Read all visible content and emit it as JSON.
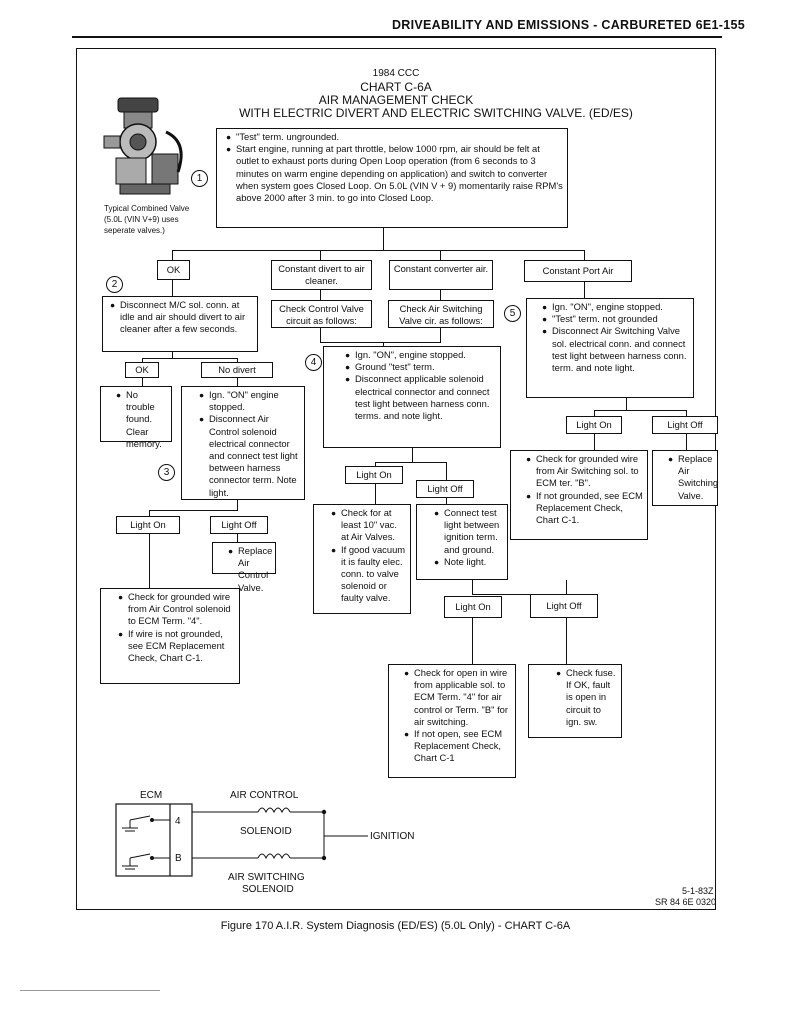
{
  "header": {
    "text": "DRIVEABILITY AND EMISSIONS - CARBURETED 6E1-155"
  },
  "title": {
    "line1": "1984 CCC",
    "line2": "CHART C-6A",
    "line3": "AIR MANAGEMENT CHECK",
    "line4": "WITH ELECTRIC DIVERT AND ELECTRIC SWITCHING VALVE. (ED/ES)"
  },
  "valve_caption": {
    "line1": "Typical Combined Valve",
    "line2": "(5.0L (VIN V+9) uses",
    "line3": "seperate valves.)"
  },
  "circles": {
    "c1": "1",
    "c2": "2",
    "c3": "3",
    "c4": "4",
    "c5": "5"
  },
  "top_box": [
    "\"Test\" term. ungrounded.",
    "Start engine, running at part throttle, below 1000 rpm, air should be felt at outlet to exhaust ports during Open Loop operation (from 6 seconds to 3 minutes on warm engine depending on application) and switch to converter when system goes Closed Loop. On 5.0L (VIN V + 9) momentarily raise RPM's above 2000 after 3 min. to go into Closed Loop."
  ],
  "branch": {
    "ok": "OK",
    "constant_divert": "Constant divert to air cleaner.",
    "constant_converter": "Constant converter air.",
    "constant_port": "Constant Port Air"
  },
  "left": {
    "disconnect": "Disconnect M/C sol. conn. at idle and air should divert to air cleaner after a few seconds.",
    "ok": "OK",
    "no_divert": "No divert",
    "no_trouble": "No trouble found. Clear memory.",
    "ign_steps": [
      "Ign. \"ON\" engine stopped.",
      "Disconnect Air Control solenoid electrical connector and connect test light between harness connector term. Note light."
    ],
    "light_on": "Light On",
    "light_off": "Light Off",
    "replace_air_control": "Replace Air Control Valve.",
    "check_grounded": [
      "Check for grounded wire from Air Control solenoid to ECM Term. \"4\".",
      "If wire is not grounded, see ECM Replacement Check, Chart C-1."
    ]
  },
  "middle": {
    "check_control_valve": "Check Control Valve circuit as follows:",
    "check_air_switching": "Check Air Switching Valve cir. as follows:",
    "steps4": [
      "Ign. \"ON\", engine stopped.",
      "Ground \"test\" term.",
      "Disconnect applicable solenoid electrical connector and connect test light between harness conn. terms. and note light."
    ],
    "light_on": "Light On",
    "light_off": "Light Off",
    "check_vac": [
      "Check for at least 10\" vac. at Air Valves.",
      "If good vacuum it is faulty elec. conn. to valve solenoid or faulty valve."
    ],
    "connect_test": [
      "Connect test light between ignition term. and ground.",
      "Note light."
    ],
    "light_on2": "Light On",
    "light_off2": "Light Off",
    "check_open": [
      "Check for open in wire from applicable sol. to ECM Term. \"4\" for air control or Term. \"B\" for air switching.",
      "If not open, see ECM Replacement Check, Chart C-1"
    ],
    "check_fuse": [
      "Check fuse. If OK, fault is open in circuit to ign. sw."
    ]
  },
  "right": {
    "steps5": [
      "Ign. \"ON\", engine stopped.",
      "\"Test\" term. not grounded",
      "Disconnect Air Switching Valve sol. electrical conn. and connect test light between harness conn. term. and note light."
    ],
    "light_on": "Light On",
    "light_off": "Light Off",
    "check_grounded": [
      "Check for grounded wire from Air Switching sol. to ECM ter. \"B\".",
      "If not grounded, see ECM Replacement Check, Chart C-1."
    ],
    "replace_switching": [
      "Replace Air Switching Valve."
    ]
  },
  "schematic": {
    "ecm": "ECM",
    "air_control": "AIR CONTROL",
    "solenoid": "SOLENOID",
    "term4": "4",
    "termB": "B",
    "ignition": "IGNITION",
    "air_switching": "AIR SWITCHING",
    "solenoid2": "SOLENOID"
  },
  "footer_codes": {
    "code1": "5-1-83Z",
    "code2": "SR 84 6E 0320"
  },
  "figure_caption": "Figure 170 A.I.R. System Diagnosis (ED/ES) (5.0L Only) - CHART C-6A"
}
